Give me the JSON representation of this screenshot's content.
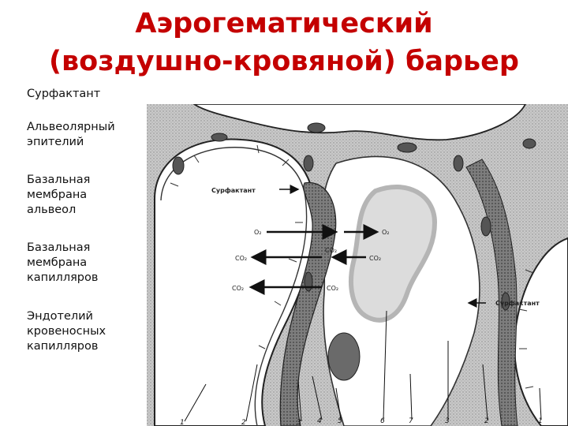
{
  "title": {
    "line1": "Аэрогематический",
    "line2": "(воздушно-кровяной) барьер"
  },
  "legend": [
    "Сурфактант",
    "Альвеолярный\nэпителий",
    "Базальная\nмембрана\nальвеол",
    "Базальная\nмембрана\nкапилляров",
    "Эндотелий\nкровеносных\nкапилляров"
  ],
  "diagram": {
    "labels": {
      "surfactant_left": "Сурфактант",
      "surfactant_right": "Сурфактант",
      "o2_left": "O₂",
      "o2_right": "O₂",
      "co2_row1_left": "CO₂",
      "co2_row1_mid": "CO₂",
      "co2_row1_right": "CO₂",
      "co2_row2_left": "CO₂",
      "co2_row2_right": "CO₂"
    },
    "numbers": [
      "1",
      "2",
      "3",
      "4",
      "5",
      "6",
      "7",
      "3",
      "2",
      "1"
    ]
  }
}
